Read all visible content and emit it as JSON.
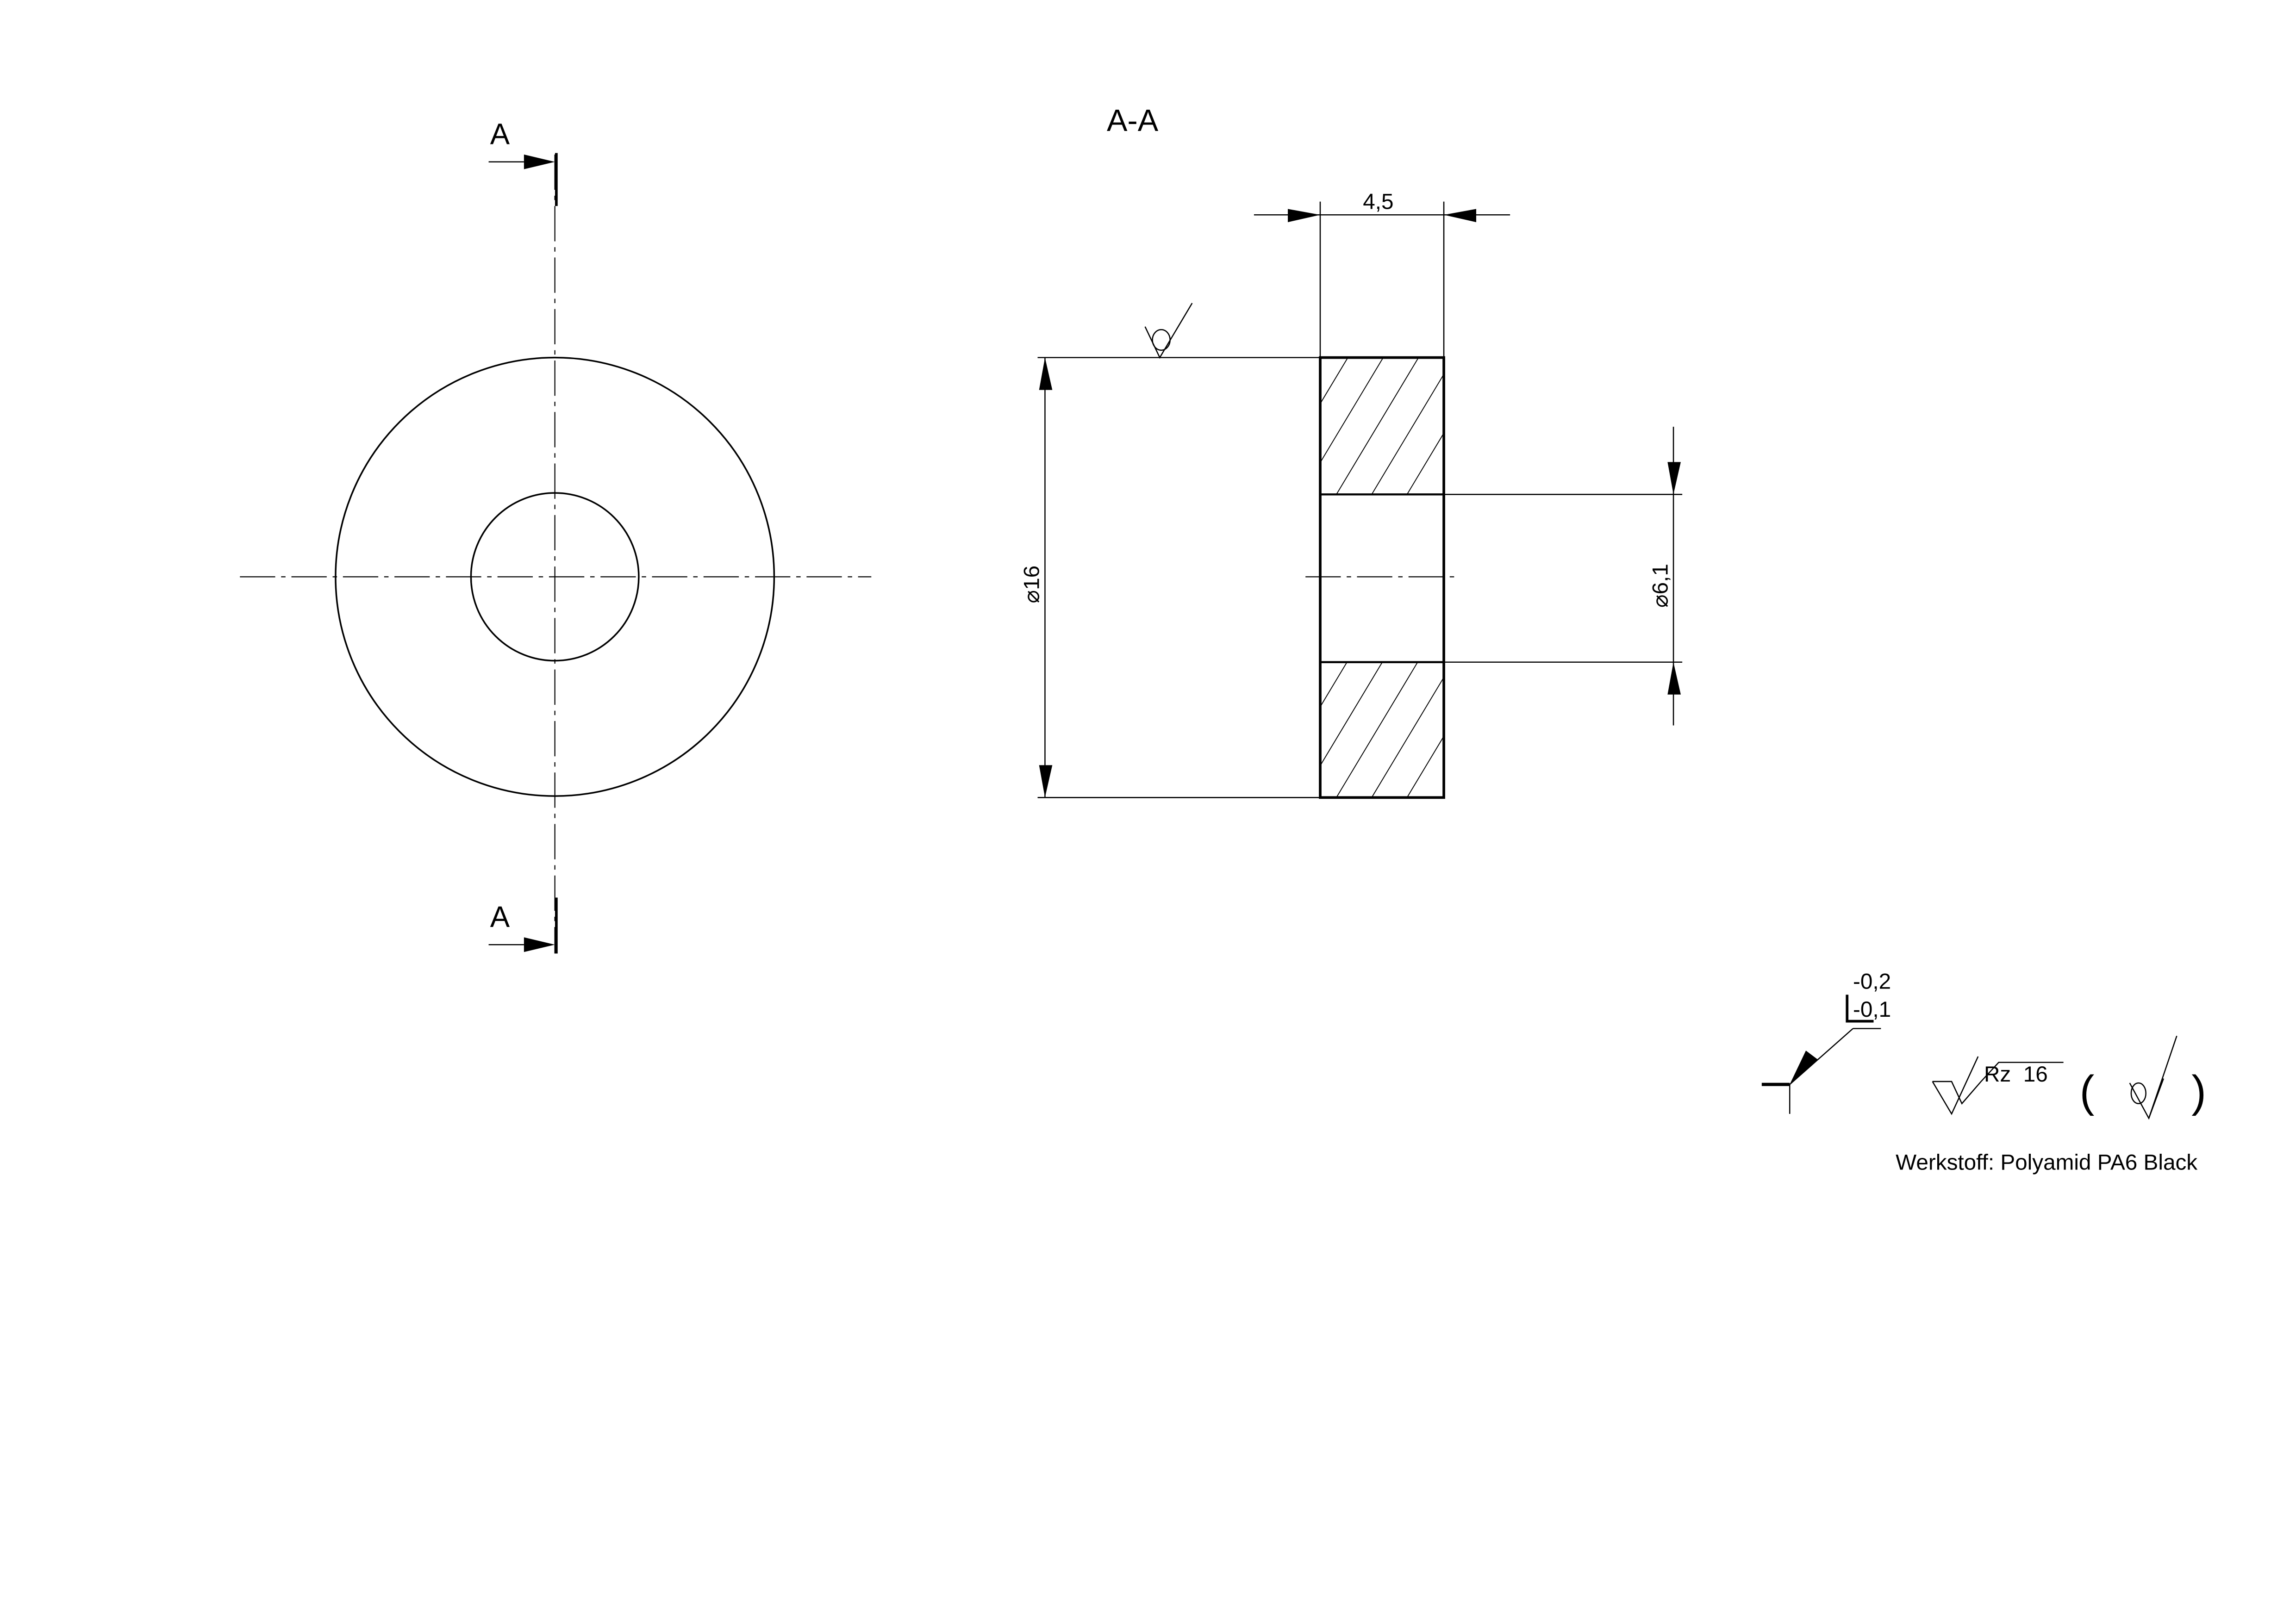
{
  "section_marks": {
    "top": "A",
    "bottom": "A"
  },
  "section_title": "A-A",
  "dimensions": {
    "width": "4,5",
    "outer_diameter": "⌀16",
    "inner_diameter": "⌀6,1"
  },
  "tolerance": {
    "upper": "-0,2",
    "lower": "-0,1"
  },
  "roughness": {
    "label": "Rz  16",
    "open_paren": "(",
    "close_paren": ")"
  },
  "material": "Werkstoff: Polyamid PA6 Black"
}
